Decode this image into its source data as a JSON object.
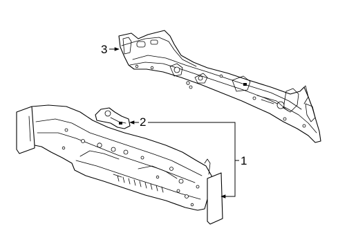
{
  "callouts": [
    {
      "number": "1"
    },
    {
      "number": "2"
    },
    {
      "number": "3"
    }
  ],
  "colors": {
    "line": "#000000",
    "background": "#ffffff"
  }
}
